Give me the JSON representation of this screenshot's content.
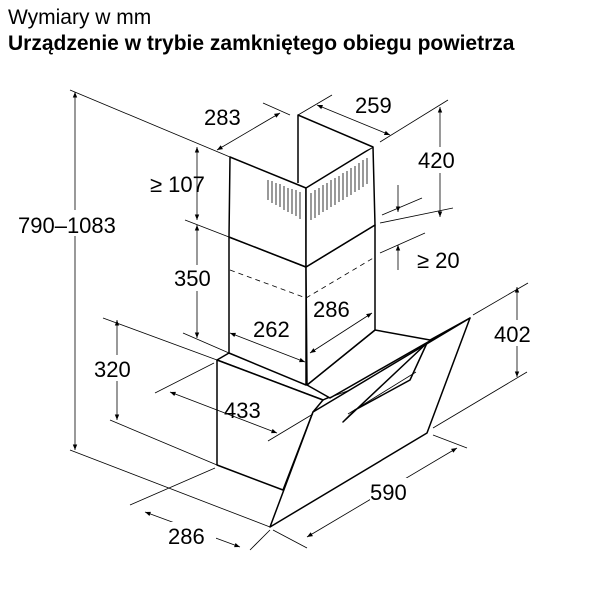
{
  "title": "Wymiary w mm",
  "subtitle": "Urządzenie w trybie zamkniętego obiegu powietrza",
  "dimensions": {
    "total_height": "790–1083",
    "chimney_top_depth": "283",
    "chimney_top_width": "259",
    "upper_chimney_height": "420",
    "min_gap_top": "≥ 107",
    "min_overlap": "≥ 20",
    "lower_chimney_height": "350",
    "chimney_bottom_depth": "262",
    "chimney_bottom_width": "286",
    "glass_height": "402",
    "body_height": "320",
    "body_depth": "433",
    "width": "590",
    "bottom_depth": "286"
  }
}
